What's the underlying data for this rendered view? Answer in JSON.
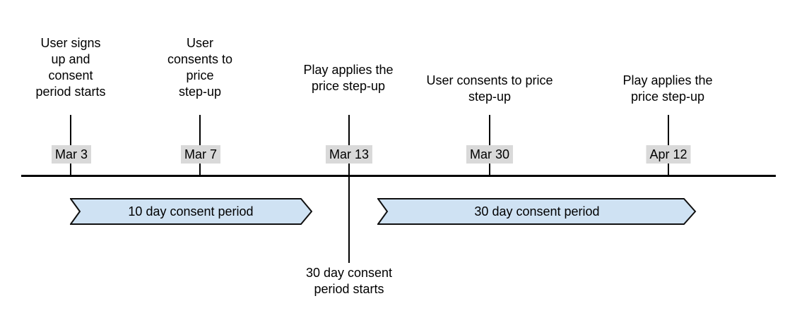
{
  "timeline": {
    "events": [
      {
        "date": "Mar 3",
        "label": "User signs\nup and\nconsent\nperiod starts"
      },
      {
        "date": "Mar 7",
        "label": "User\nconsents to\nprice\nstep-up"
      },
      {
        "date": "Mar 13",
        "label": "Play applies the\nprice step-up",
        "below_label": "30 day consent\nperiod starts"
      },
      {
        "date": "Mar 30",
        "label": "User consents to price\nstep-up"
      },
      {
        "date": "Apr 12",
        "label": "Play applies the\nprice step-up"
      }
    ],
    "periods": [
      {
        "label": "10 day consent period"
      },
      {
        "label": "30 day consent period"
      }
    ],
    "colors": {
      "period_fill": "#cfe2f3",
      "period_border": "#101010",
      "date_background": "#d9d9d9",
      "line": "#000000",
      "text": "#000000",
      "background": "#ffffff"
    }
  }
}
